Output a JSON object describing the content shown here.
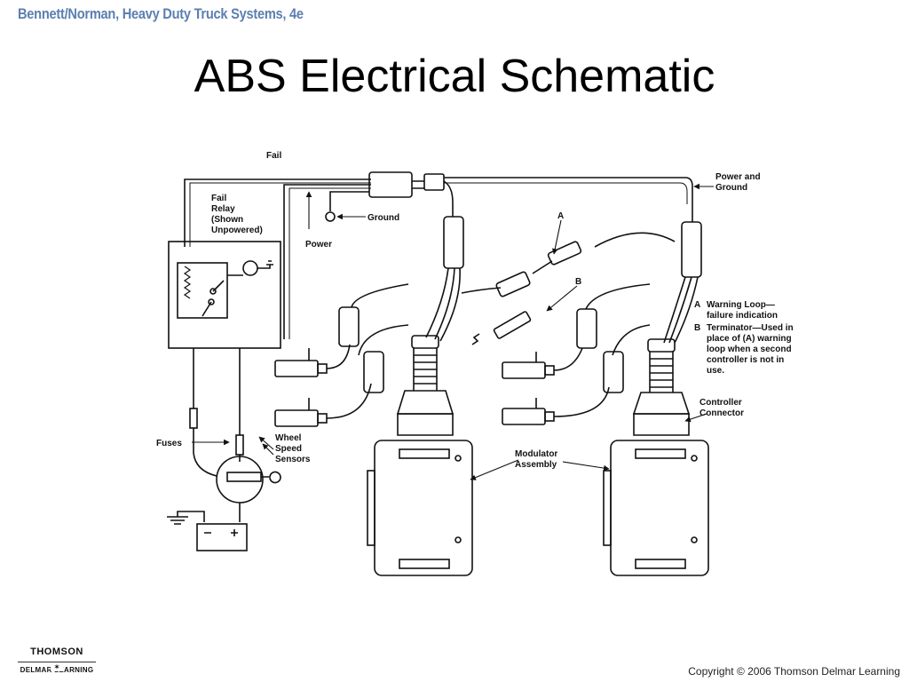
{
  "header": {
    "book": "Bennett/Norman, Heavy Duty Truck Systems, 4e"
  },
  "slide": {
    "title": "ABS Electrical Schematic"
  },
  "diagram": {
    "labels": {
      "fail": "Fail",
      "fail_relay": [
        "Fail",
        "Relay",
        "(Shown",
        "Unpowered)"
      ],
      "ground": "Ground",
      "power": "Power",
      "power_and_ground": [
        "Power and",
        "Ground"
      ],
      "a": "A",
      "b": "B",
      "fuses": "Fuses",
      "wheel_speed_sensors": [
        "Wheel",
        "Speed",
        "Sensors"
      ],
      "modulator_assembly": [
        "Modulator",
        "Assembly"
      ],
      "controller_connector": [
        "Controller",
        "Connector"
      ],
      "legend_a_letter": "A",
      "legend_a": [
        "Warning Loop—",
        "failure indication"
      ],
      "legend_b_letter": "B",
      "legend_b": [
        "Terminator—Used in",
        "place of (A) warning",
        "loop when a second",
        "controller is not in",
        "use."
      ]
    }
  },
  "footer": {
    "logo_top": "THOMSON",
    "logo_star": "✶",
    "logo_bottom": "DELMAR LEARNING",
    "copyright": "Copyright © 2006 Thomson Delmar Learning"
  }
}
